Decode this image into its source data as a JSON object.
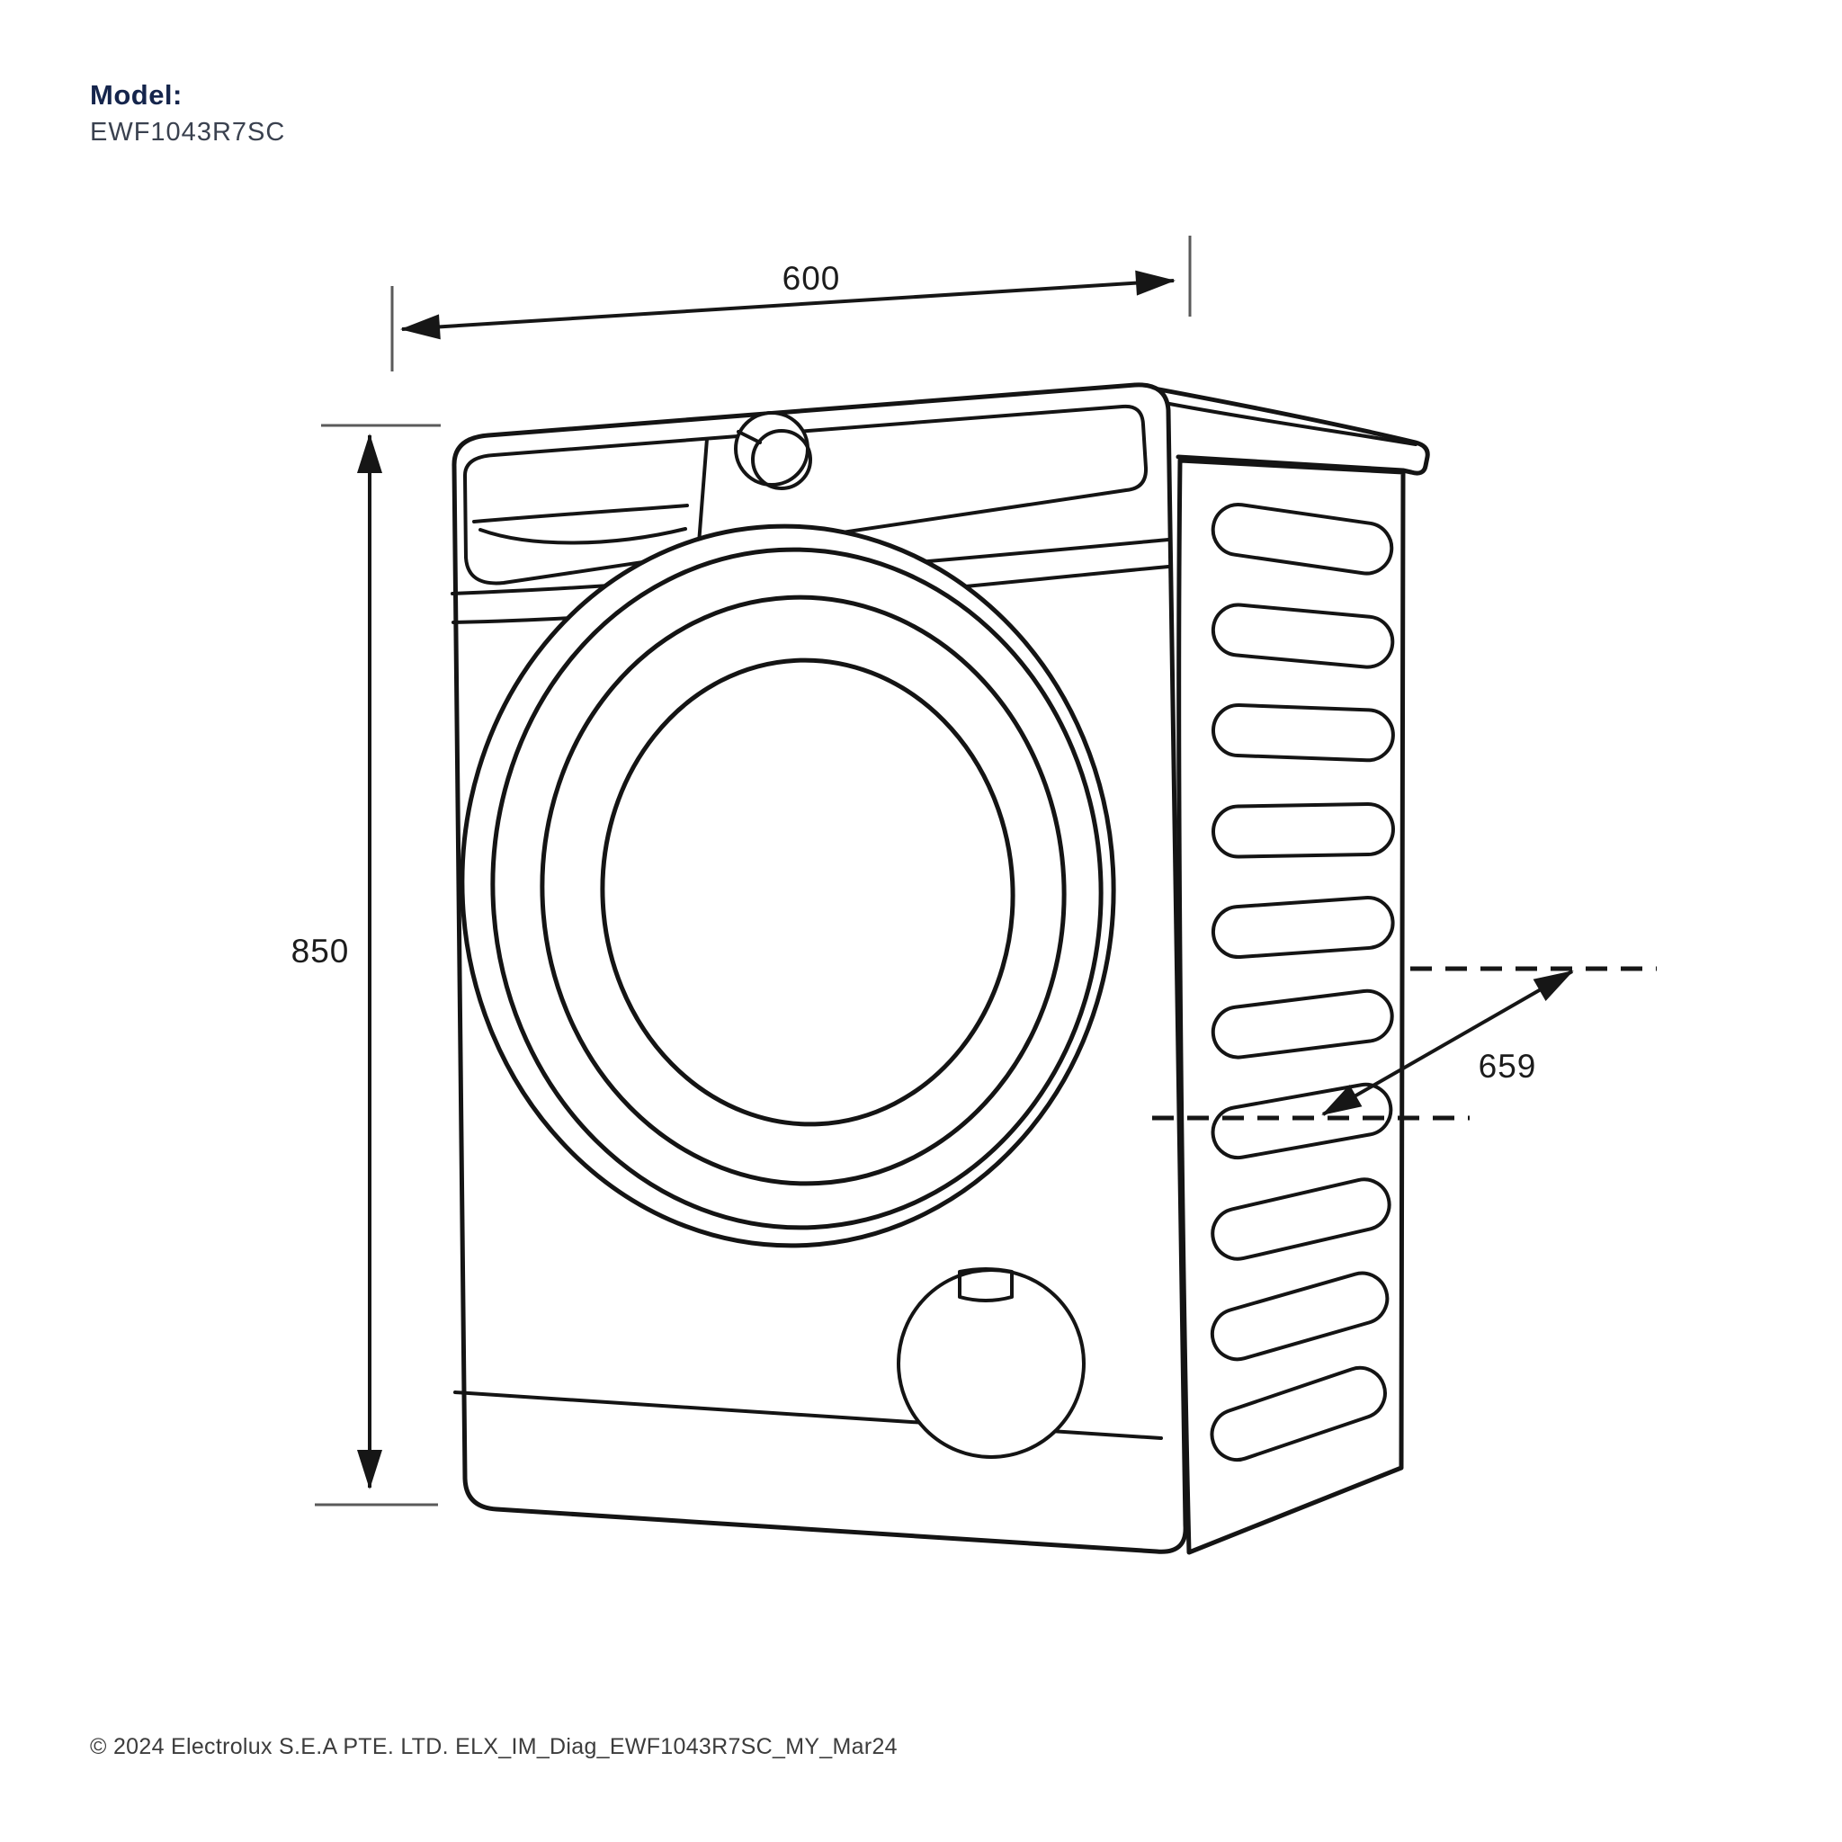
{
  "header": {
    "model_label": "Model:",
    "model_value": "EWF1043R7SC"
  },
  "diagram": {
    "subject": "front-load washing machine technical dimension drawing",
    "dimensions": {
      "width": "600",
      "height": "850",
      "depth": "659"
    },
    "colors": {
      "background": "#ffffff",
      "line_art": "#141414",
      "model_label_text": "#15254c",
      "model_value_text": "#3a414f",
      "dimension_text": "#1c1c1c",
      "footer_text": "#3c3c3c"
    }
  },
  "footer": {
    "copyright": "© 2024 Electrolux S.E.A PTE. LTD. ELX_IM_Diag_EWF1043R7SC_MY_Mar24"
  }
}
